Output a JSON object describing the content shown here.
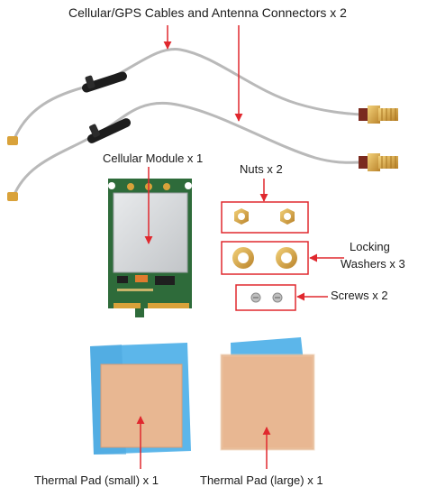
{
  "labels": {
    "cables": "Cellular/GPS Cables and Antenna Connectors x 2",
    "cellular_module": "Cellular Module x 1",
    "nuts": "Nuts x 2",
    "locking": "Locking",
    "washers": "Washers x 3",
    "screws": "Screws x 2",
    "thermal_small": "Thermal Pad (small) x 1",
    "thermal_large": "Thermal Pad (large) x 1"
  },
  "colors": {
    "callout": "#e0282e",
    "cable": "#b9b9b9",
    "connector_gold": "#d9a23a",
    "pcb_green": "#2e6b3a",
    "shield_silver": "#d4d6d8",
    "pad_tan": "#e8b792",
    "film_blue": "#5cb6ea"
  }
}
